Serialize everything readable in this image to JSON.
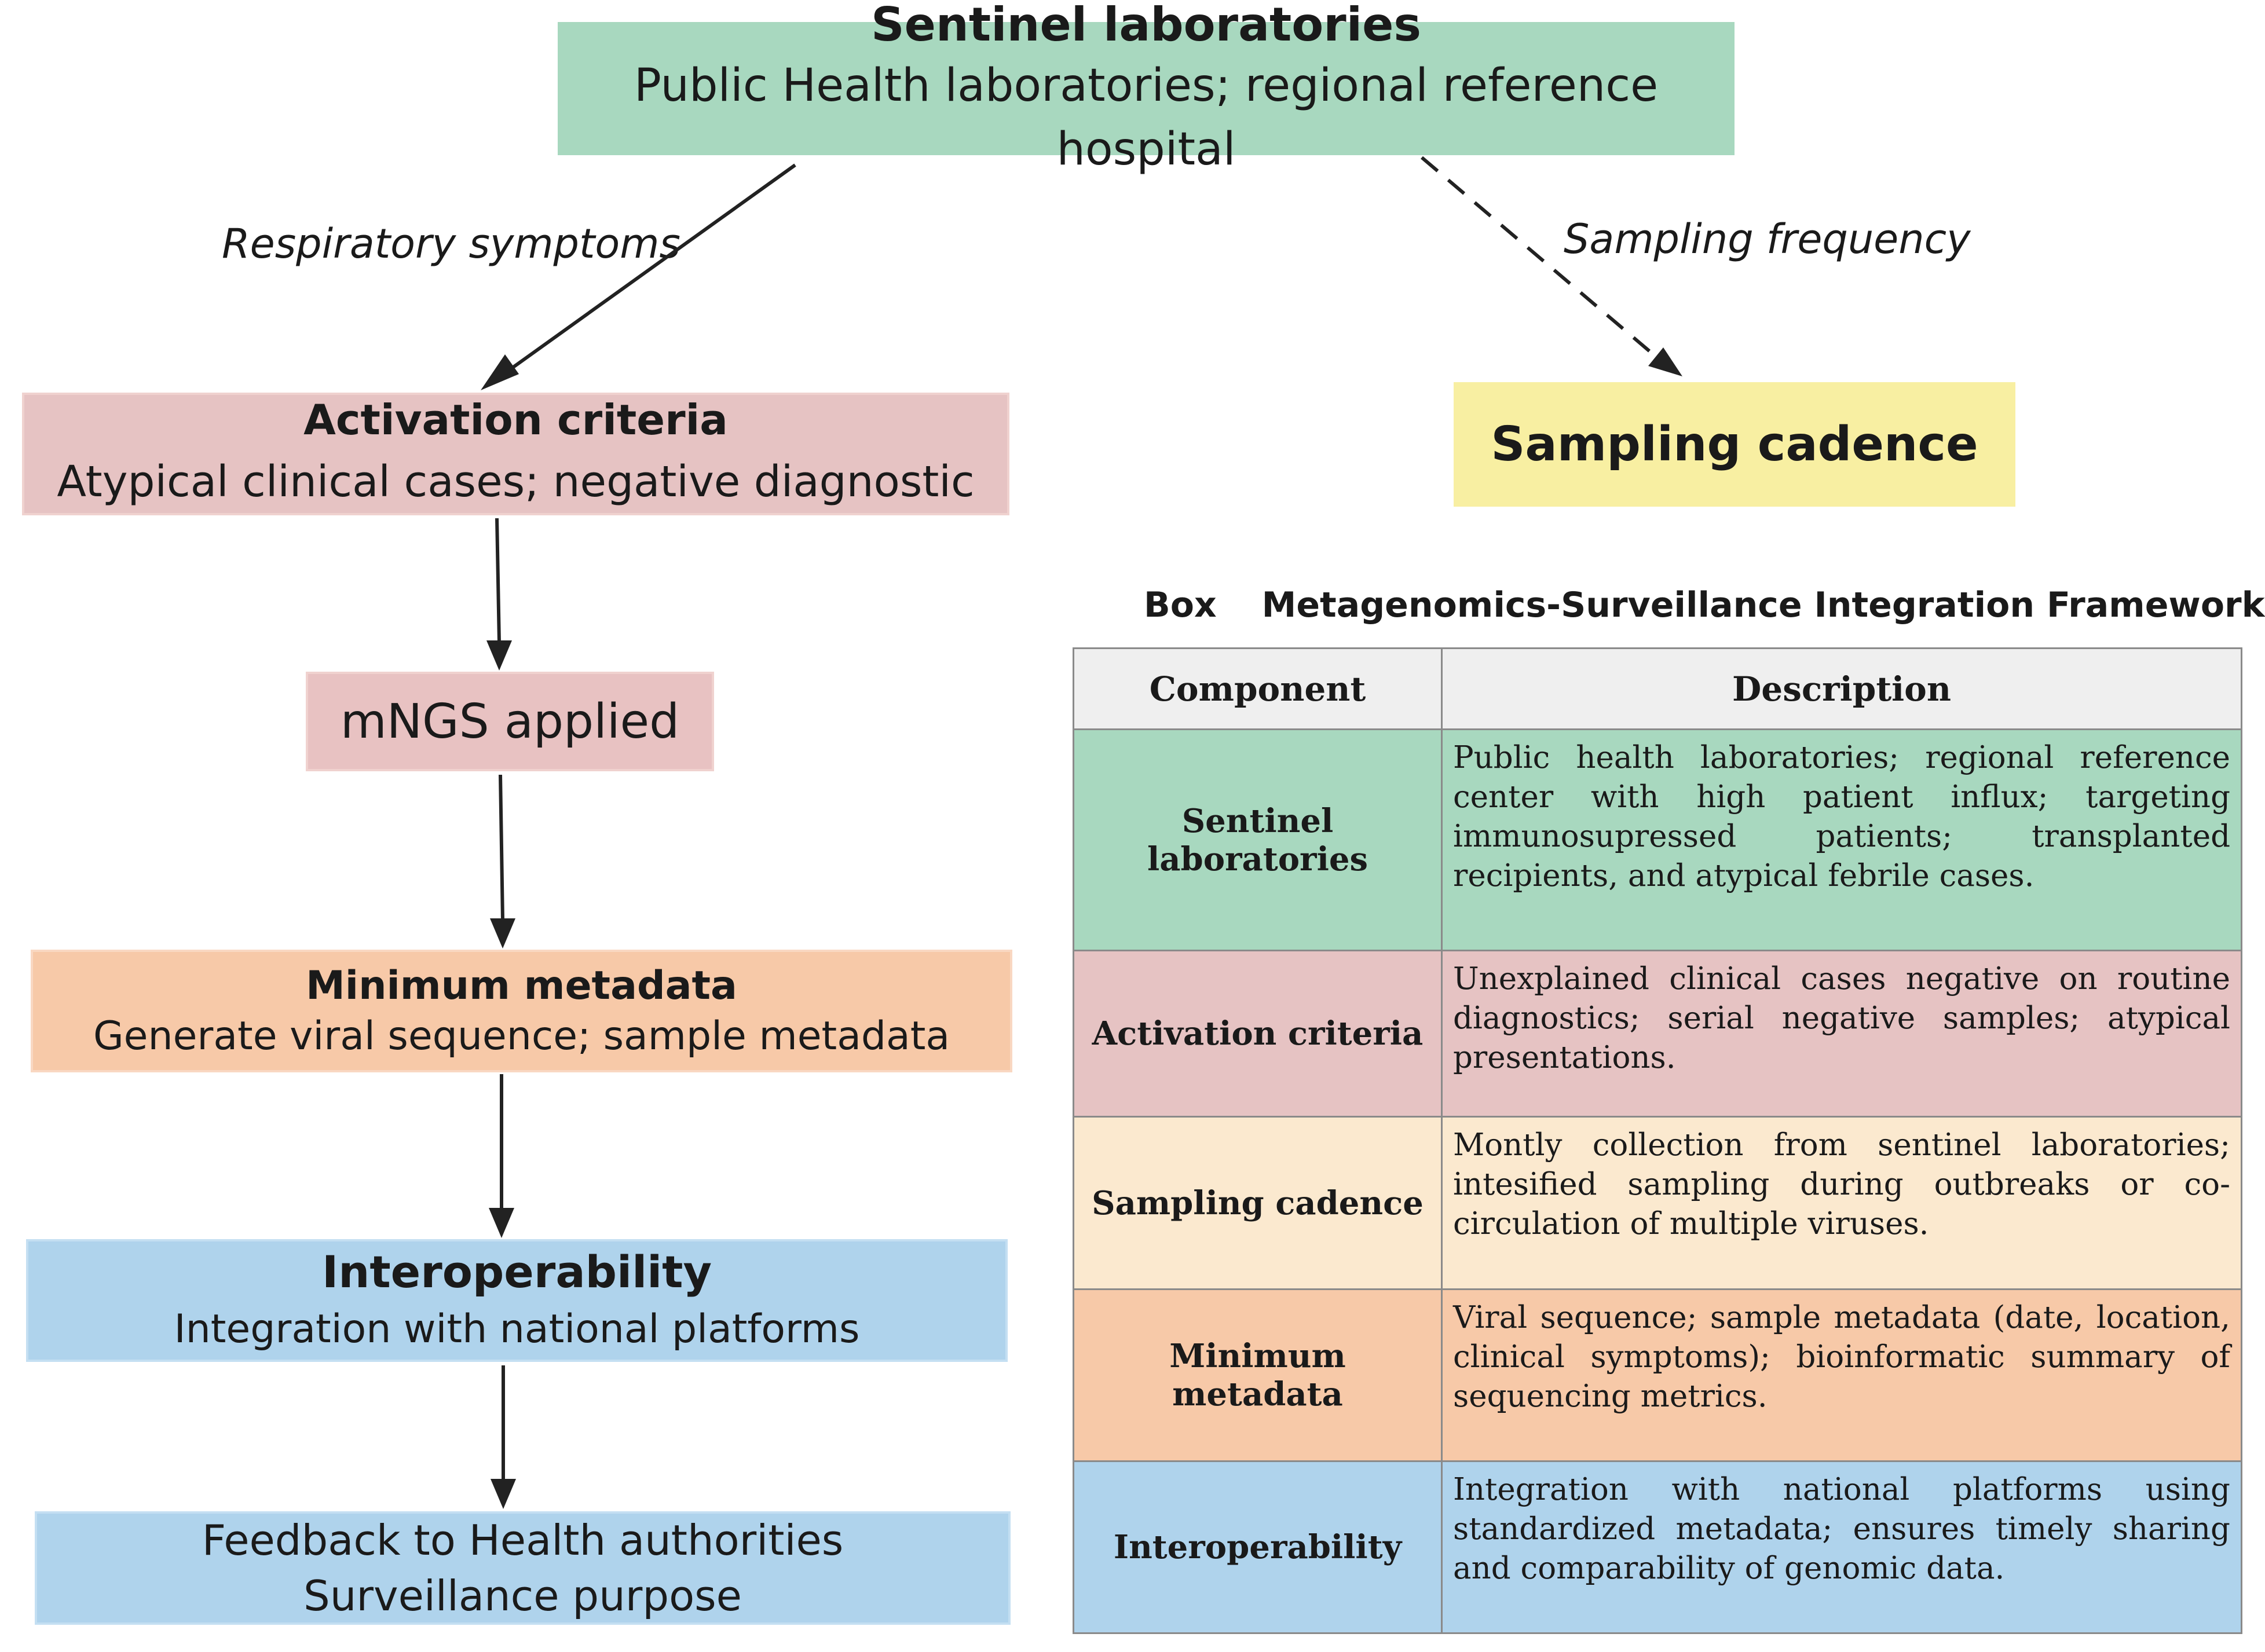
{
  "flow": {
    "sentinel": {
      "title": "Sentinel laboratories",
      "subtitle": "Public Health laboratories; regional reference hospital"
    },
    "activation": {
      "title": "Activation criteria",
      "subtitle": "Atypical clinical cases; negative diagnostic"
    },
    "mngs": {
      "label": "mNGS applied"
    },
    "metadata": {
      "title": "Minimum metadata",
      "subtitle": "Generate viral sequence; sample metadata"
    },
    "interop": {
      "title": "Interoperability",
      "subtitle": "Integration with national platforms"
    },
    "feedback": {
      "line1": "Feedback to Health authorities",
      "line2": "Surveillance purpose"
    },
    "cadence": {
      "title": "Sampling cadence"
    },
    "edge_labels": {
      "respiratory": "Respiratory symptoms",
      "frequency": "Sampling frequency"
    }
  },
  "box": {
    "label": "Box",
    "title": "Metagenomics-Surveillance Integration Framework",
    "headers": {
      "component": "Component",
      "description": "Description"
    },
    "rows": [
      {
        "component": "Sentinel laboratories",
        "description": "Public health laboratories; regional reference center with high patient influx; targeting immunosupressed patients; transplanted recipients, and atypical febrile cases.",
        "color": "#a8d8bf"
      },
      {
        "component": "Activation criteria",
        "description": "Unexplained clinical cases negative on routine diagnostics; serial negative samples; atypical presentations.",
        "color": "#e6c3c3"
      },
      {
        "component": "Sampling cadence",
        "description": "Montly collection from sentinel laboratories; intesified sampling during outbreaks or co-circulation of multiple viruses.",
        "color": "#fbe9cf"
      },
      {
        "component": "Minimum metadata",
        "description": "Viral sequence; sample metadata (date, location, clinical symptoms); bioinformatic summary of sequencing metrics.",
        "color": "#f7c9a8"
      },
      {
        "component": "Interoperability",
        "description": "Integration with national platforms using standardized metadata; ensures timely sharing and comparability of genomic data.",
        "color": "#afd3ec"
      }
    ]
  }
}
